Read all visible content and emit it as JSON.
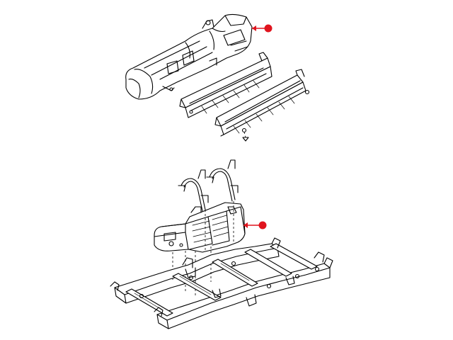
{
  "diagram": {
    "callout_color": "#e0141e",
    "line_color": "#000000",
    "background": "#ffffff",
    "parts": [
      "fuel-tank-upper",
      "skid-plate-rear",
      "skid-plate-front",
      "fuel-tank-lower",
      "strap-left",
      "strap-right",
      "vehicle-frame"
    ],
    "callouts": [
      "callout-upper-tank",
      "callout-lower-tank"
    ]
  }
}
